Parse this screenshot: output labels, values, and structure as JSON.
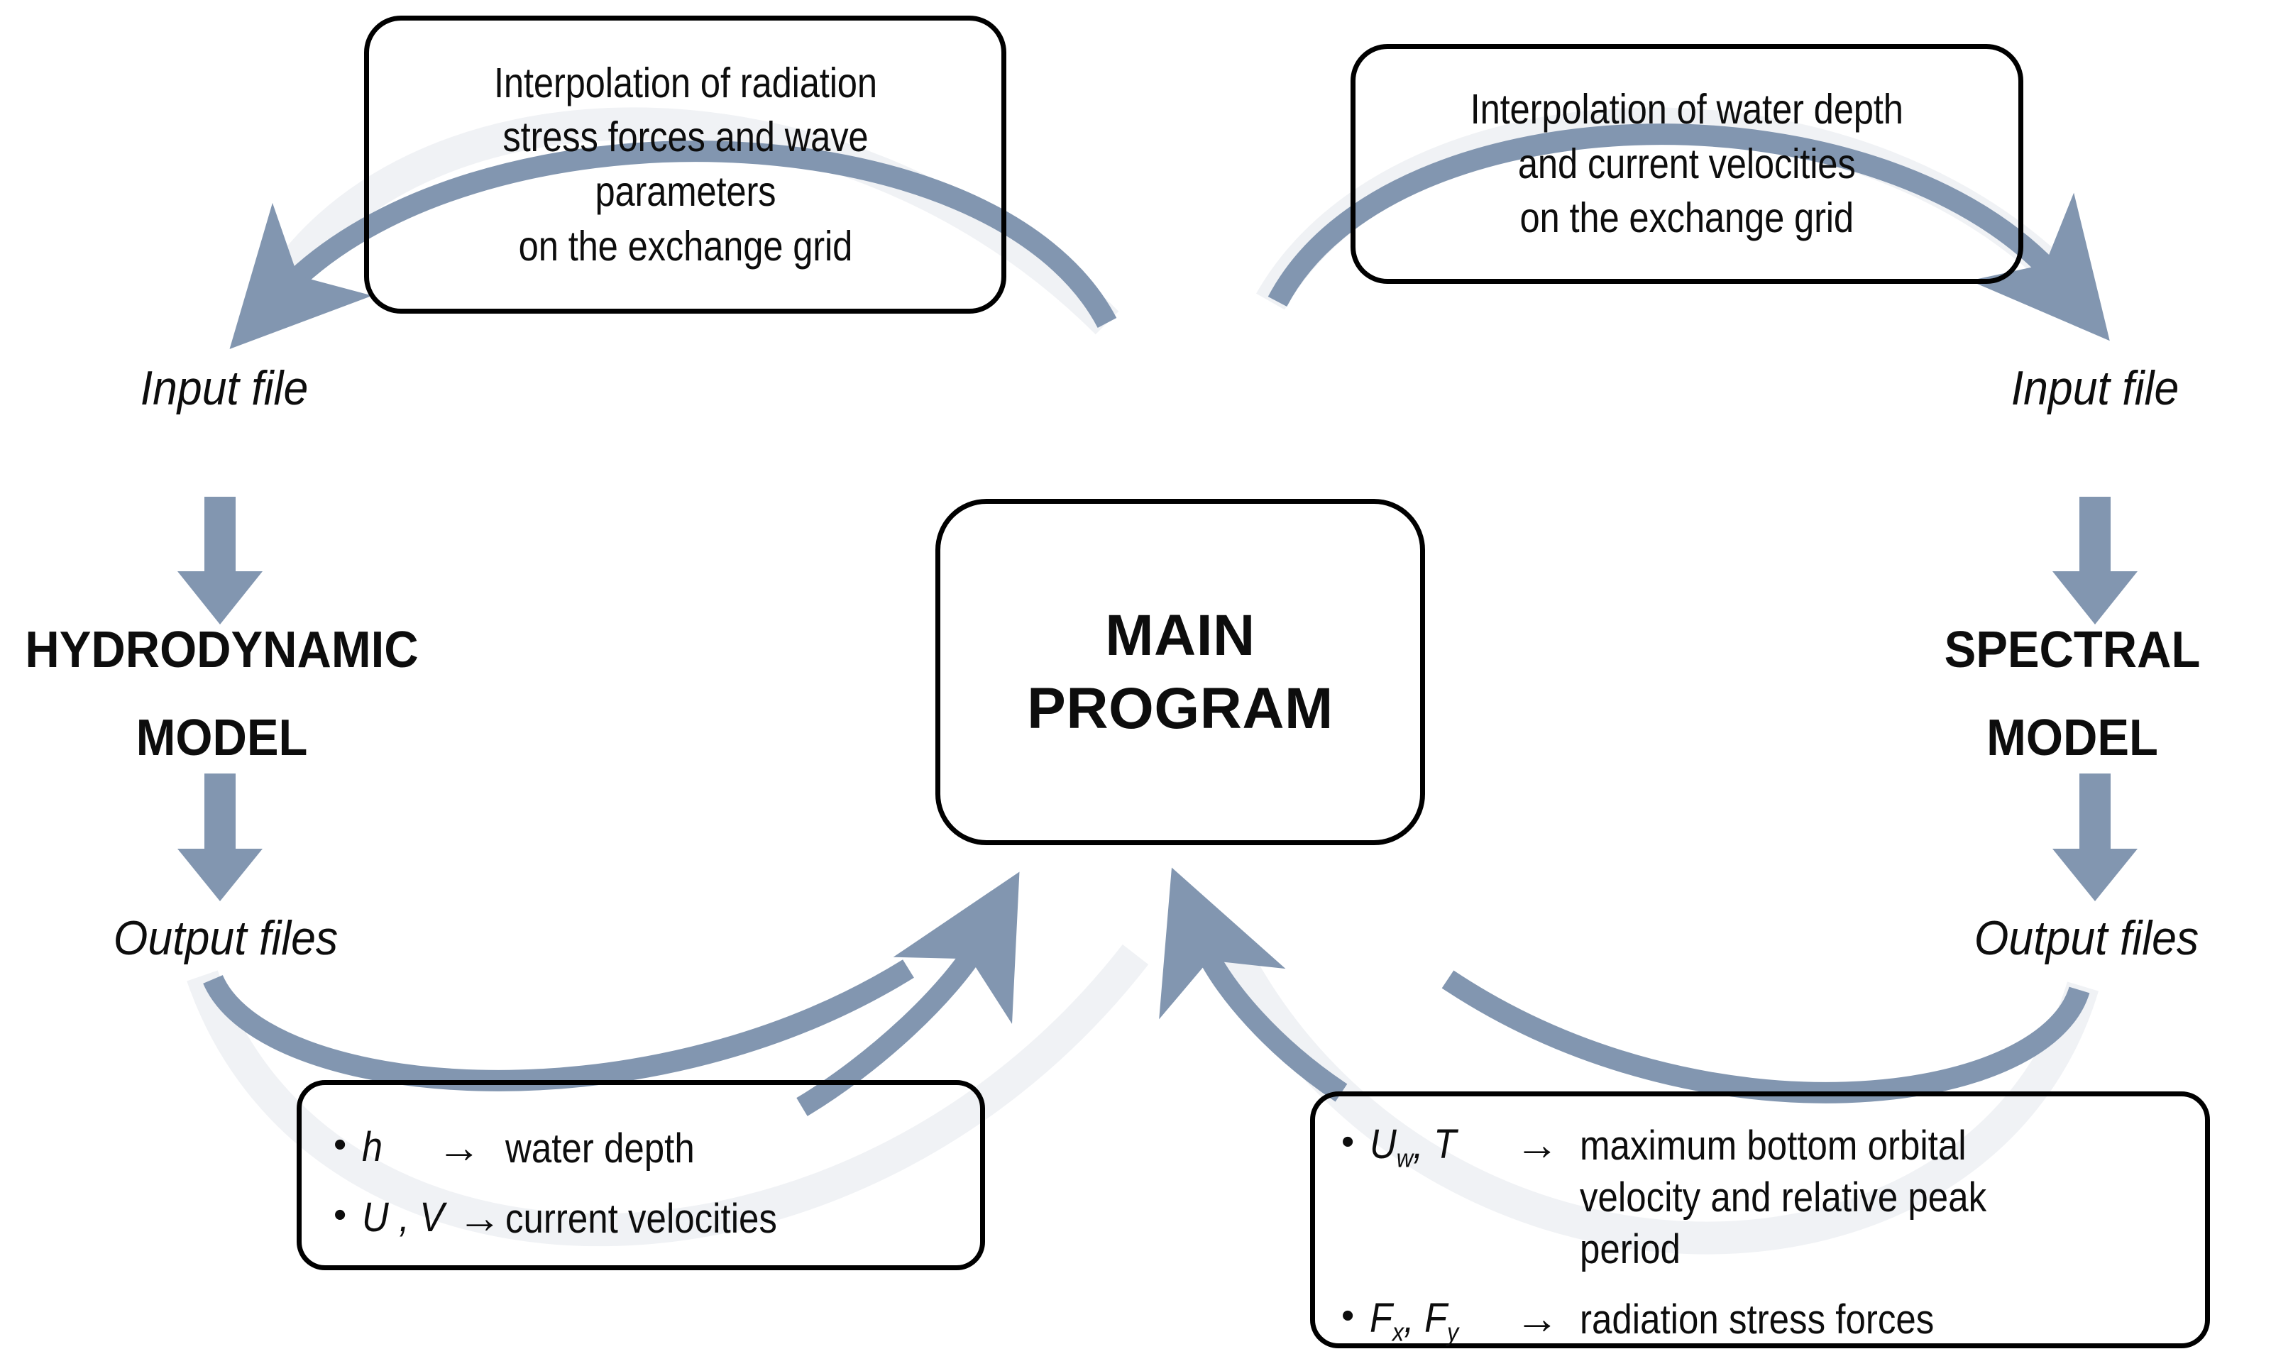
{
  "diagram": {
    "title": "Coupled model exchange flowchart",
    "accent_arrow_color": "#8296B0",
    "faded_arrow_color": "#F0F2F5",
    "box_border_color": "#000000"
  },
  "top_left_box": {
    "line1": "Interpolation of radiation",
    "line2": "stress forces and wave",
    "line3": "parameters",
    "line4": "on the exchange grid"
  },
  "top_right_box": {
    "line1": "Interpolation of water depth",
    "line2": "and current velocities",
    "line3": "on the exchange grid"
  },
  "center_box": {
    "line1": "MAIN",
    "line2": "PROGRAM"
  },
  "left_column": {
    "input_label": "Input file",
    "model_line1": "HYDRODYNAMIC",
    "model_line2": "MODEL",
    "output_label": "Output files"
  },
  "right_column": {
    "input_label": "Input file",
    "model_line1": "SPECTRAL",
    "model_line2": "MODEL",
    "output_label": "Output files"
  },
  "hydro_output_box": {
    "rows": [
      {
        "bullet": "•",
        "symbol": "h",
        "arrow": "→",
        "description": "water depth"
      },
      {
        "bullet": "•",
        "symbol": "U , V",
        "arrow": "→",
        "description": "current velocities"
      }
    ]
  },
  "spectral_output_box": {
    "rows": [
      {
        "bullet": "•",
        "symbol": "U",
        "symbol_sub": "w",
        "symbol_tail": ", T",
        "arrow": "→",
        "description": "maximum bottom orbital velocity and relative peak period"
      },
      {
        "bullet": "•",
        "symbol": "F",
        "symbol_sub": "x",
        "symbol_tail": ", F",
        "symbol_sub2": "y",
        "arrow": "→",
        "description": "radiation stress forces"
      }
    ]
  },
  "arrows": {
    "top_left_down": "curved-arrow-to-left-input-file",
    "top_right_down": "curved-arrow-to-right-input-file",
    "left_input_to_model": "straight-down-arrow",
    "left_model_to_output": "straight-down-arrow",
    "right_input_to_model": "straight-down-arrow",
    "right_model_to_output": "straight-down-arrow",
    "left_output_to_main": "curved-arrow-up-right",
    "right_output_to_main": "curved-arrow-up-left"
  }
}
